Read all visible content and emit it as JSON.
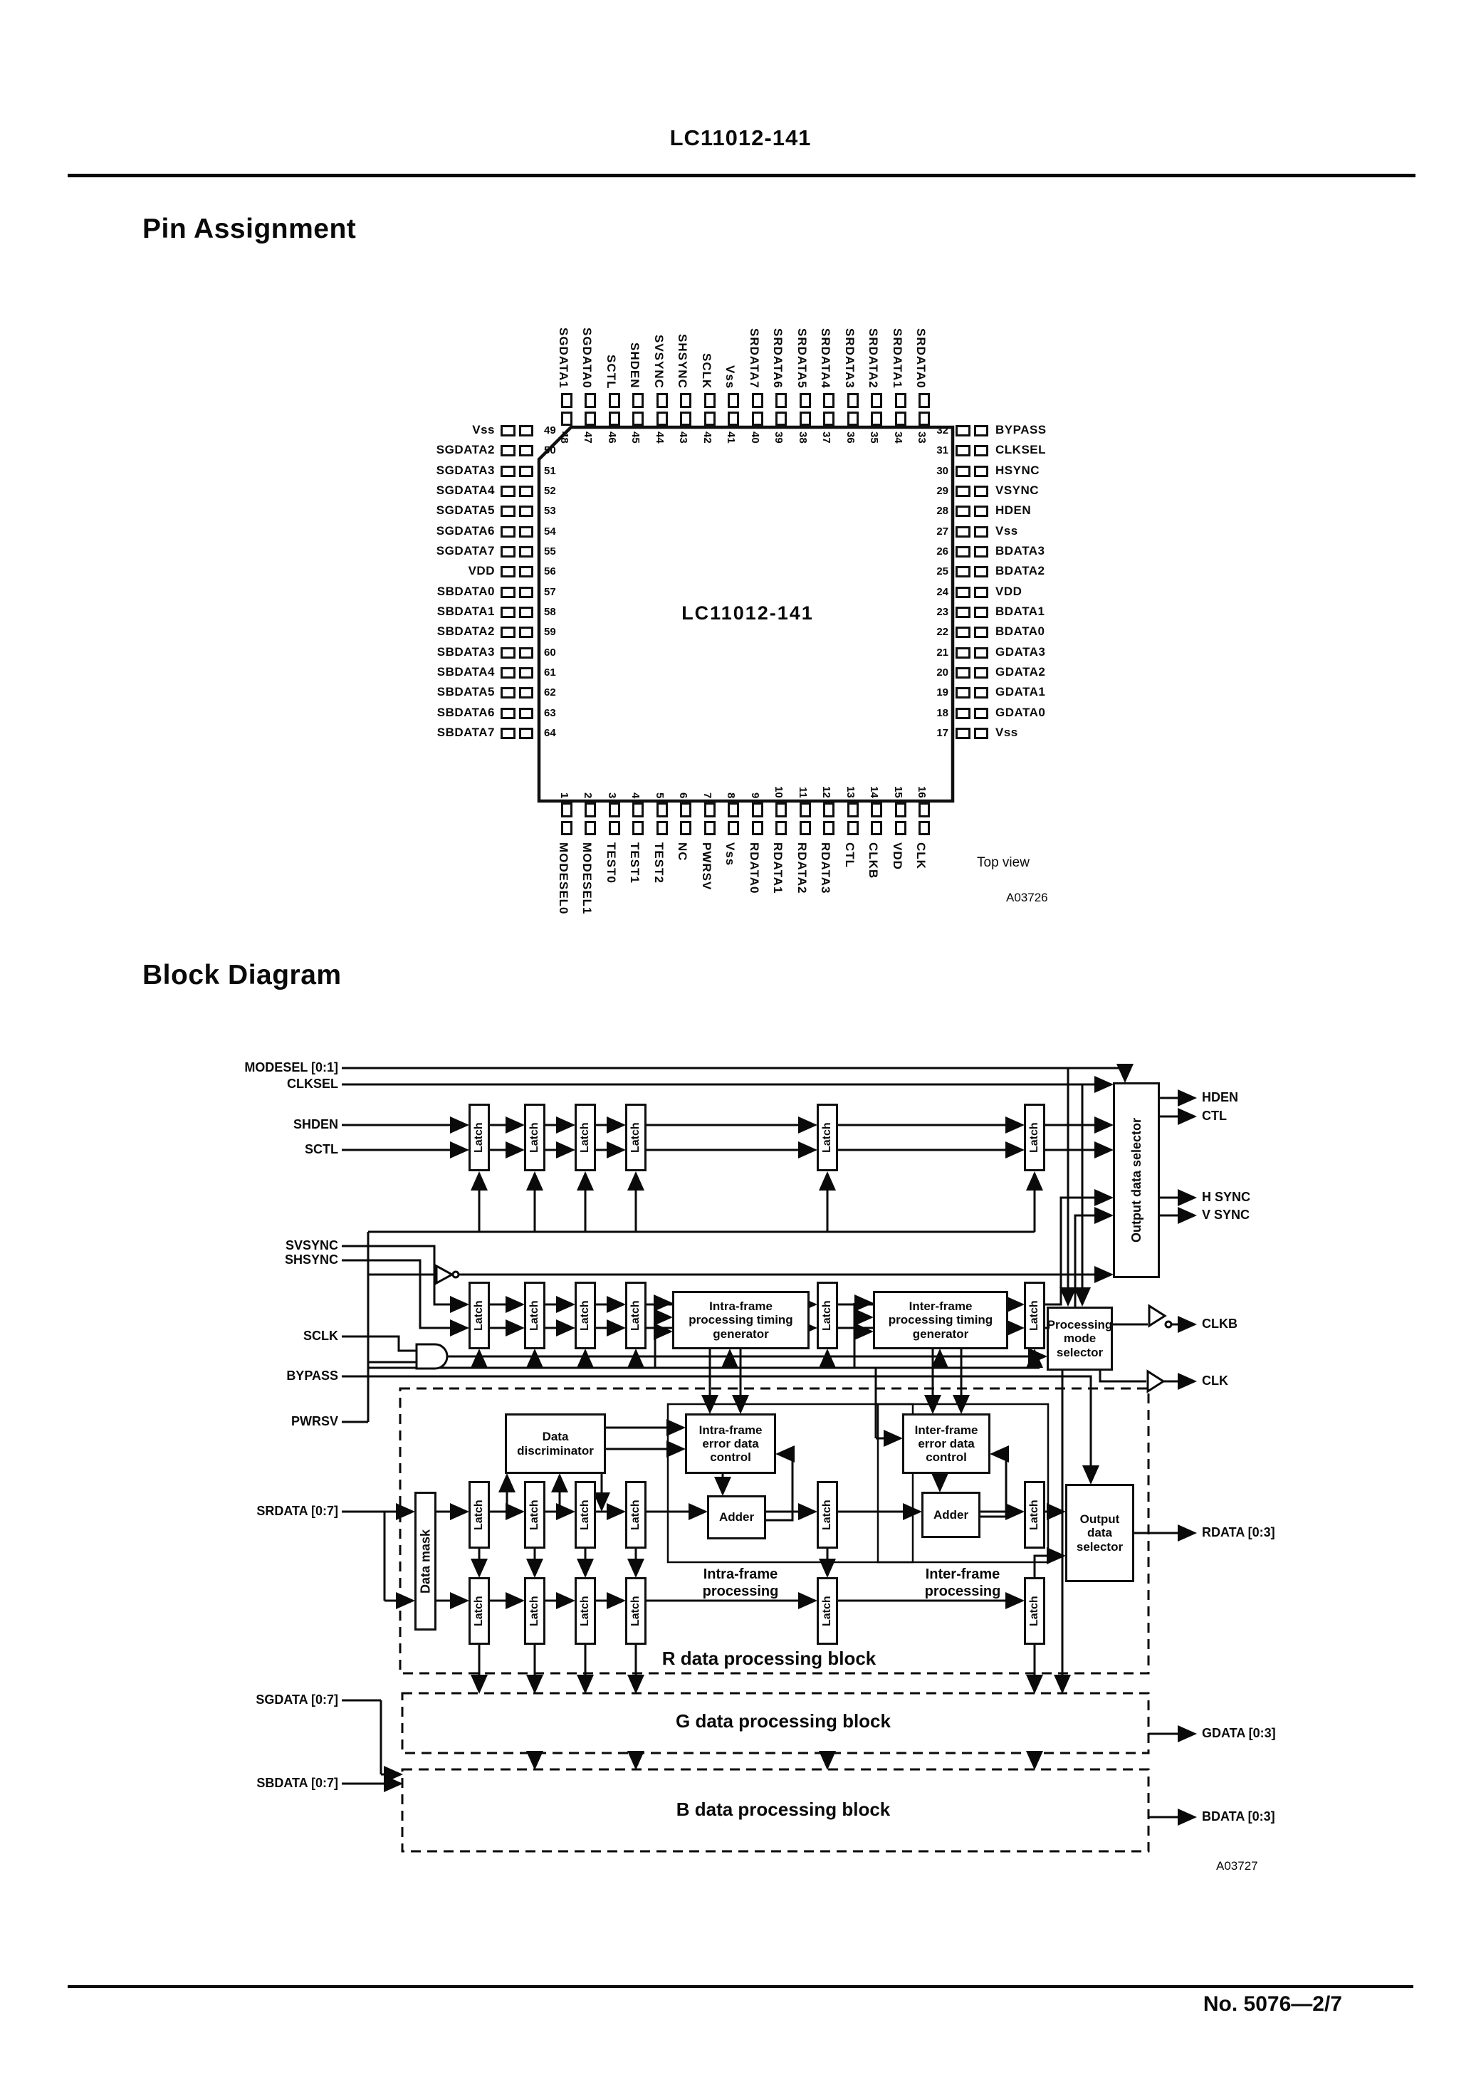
{
  "page": {
    "header_title": "LC11012-141",
    "footer": "No. 5076—2/7"
  },
  "pin_assignment": {
    "heading": "Pin Assignment",
    "chip_label": "LC11012-141",
    "top_view": "Top view",
    "figure_id": "A03726",
    "top_pins": [
      {
        "num": "48",
        "label": "SGDATA1"
      },
      {
        "num": "47",
        "label": "SGDATA0"
      },
      {
        "num": "46",
        "label": "SCTL"
      },
      {
        "num": "45",
        "label": "SHDEN"
      },
      {
        "num": "44",
        "label": "SVSYNC"
      },
      {
        "num": "43",
        "label": "SHSYNC"
      },
      {
        "num": "42",
        "label": "SCLK"
      },
      {
        "num": "41",
        "label": "Vss"
      },
      {
        "num": "40",
        "label": "SRDATA7"
      },
      {
        "num": "39",
        "label": "SRDATA6"
      },
      {
        "num": "38",
        "label": "SRDATA5"
      },
      {
        "num": "37",
        "label": "SRDATA4"
      },
      {
        "num": "36",
        "label": "SRDATA3"
      },
      {
        "num": "35",
        "label": "SRDATA2"
      },
      {
        "num": "34",
        "label": "SRDATA1"
      },
      {
        "num": "33",
        "label": "SRDATA0"
      }
    ],
    "left_pins": [
      {
        "num": "49",
        "label": "Vss"
      },
      {
        "num": "50",
        "label": "SGDATA2"
      },
      {
        "num": "51",
        "label": "SGDATA3"
      },
      {
        "num": "52",
        "label": "SGDATA4"
      },
      {
        "num": "53",
        "label": "SGDATA5"
      },
      {
        "num": "54",
        "label": "SGDATA6"
      },
      {
        "num": "55",
        "label": "SGDATA7"
      },
      {
        "num": "56",
        "label": "VDD"
      },
      {
        "num": "57",
        "label": "SBDATA0"
      },
      {
        "num": "58",
        "label": "SBDATA1"
      },
      {
        "num": "59",
        "label": "SBDATA2"
      },
      {
        "num": "60",
        "label": "SBDATA3"
      },
      {
        "num": "61",
        "label": "SBDATA4"
      },
      {
        "num": "62",
        "label": "SBDATA5"
      },
      {
        "num": "63",
        "label": "SBDATA6"
      },
      {
        "num": "64",
        "label": "SBDATA7"
      }
    ],
    "right_pins": [
      {
        "num": "32",
        "label": "BYPASS"
      },
      {
        "num": "31",
        "label": "CLKSEL"
      },
      {
        "num": "30",
        "label": "HSYNC"
      },
      {
        "num": "29",
        "label": "VSYNC"
      },
      {
        "num": "28",
        "label": "HDEN"
      },
      {
        "num": "27",
        "label": "Vss"
      },
      {
        "num": "26",
        "label": "BDATA3"
      },
      {
        "num": "25",
        "label": "BDATA2"
      },
      {
        "num": "24",
        "label": "VDD"
      },
      {
        "num": "23",
        "label": "BDATA1"
      },
      {
        "num": "22",
        "label": "BDATA0"
      },
      {
        "num": "21",
        "label": "GDATA3"
      },
      {
        "num": "20",
        "label": "GDATA2"
      },
      {
        "num": "19",
        "label": "GDATA1"
      },
      {
        "num": "18",
        "label": "GDATA0"
      },
      {
        "num": "17",
        "label": "Vss"
      }
    ],
    "bottom_pins": [
      {
        "num": "1",
        "label": "MODESEL0"
      },
      {
        "num": "2",
        "label": "MODESEL1"
      },
      {
        "num": "3",
        "label": "TEST0"
      },
      {
        "num": "4",
        "label": "TEST1"
      },
      {
        "num": "5",
        "label": "TEST2"
      },
      {
        "num": "6",
        "label": "NC"
      },
      {
        "num": "7",
        "label": "PWRSV"
      },
      {
        "num": "8",
        "label": "Vss"
      },
      {
        "num": "9",
        "label": "RDATA0"
      },
      {
        "num": "10",
        "label": "RDATA1"
      },
      {
        "num": "11",
        "label": "RDATA2"
      },
      {
        "num": "12",
        "label": "RDATA3"
      },
      {
        "num": "13",
        "label": "CTL"
      },
      {
        "num": "14",
        "label": "CLKB"
      },
      {
        "num": "15",
        "label": "VDD"
      },
      {
        "num": "16",
        "label": "CLK"
      }
    ]
  },
  "block_diagram": {
    "heading": "Block Diagram",
    "figure_id": "A03727",
    "latch_label": "Latch",
    "inputs": [
      "MODESEL [0:1]",
      "CLKSEL",
      "SHDEN",
      "SCTL",
      "SVSYNC",
      "SHSYNC",
      "SCLK",
      "BYPASS",
      "PWRSV",
      "SRDATA [0:7]",
      "SGDATA [0:7]",
      "SBDATA [0:7]"
    ],
    "outputs": [
      "HDEN",
      "CTL",
      "H SYNC",
      "V SYNC",
      "CLKB",
      "CLK",
      "RDATA [0:3]",
      "GDATA [0:3]",
      "BDATA [0:3]"
    ],
    "boxes": {
      "output_data_selector": "Output data selector",
      "intra_timing": "Intra-frame processing timing generator",
      "inter_timing": "Inter-frame processing timing generator",
      "processing_mode_selector": "Processing mode selector",
      "data_discriminator": "Data discriminator",
      "intra_error": "Intra-frame error data control",
      "inter_error": "Inter-frame error data control",
      "adder_intra": "Adder",
      "adder_inter": "Adder",
      "data_mask": "Data mask",
      "output_data_selector_small": "Output data selector"
    },
    "labels": {
      "intra_processing": "Intra-frame processing",
      "inter_processing": "Inter-frame processing",
      "r_block": "R data processing block",
      "g_block": "G data processing block",
      "b_block": "B data processing block"
    },
    "ink_color": "#0a0a0a"
  }
}
